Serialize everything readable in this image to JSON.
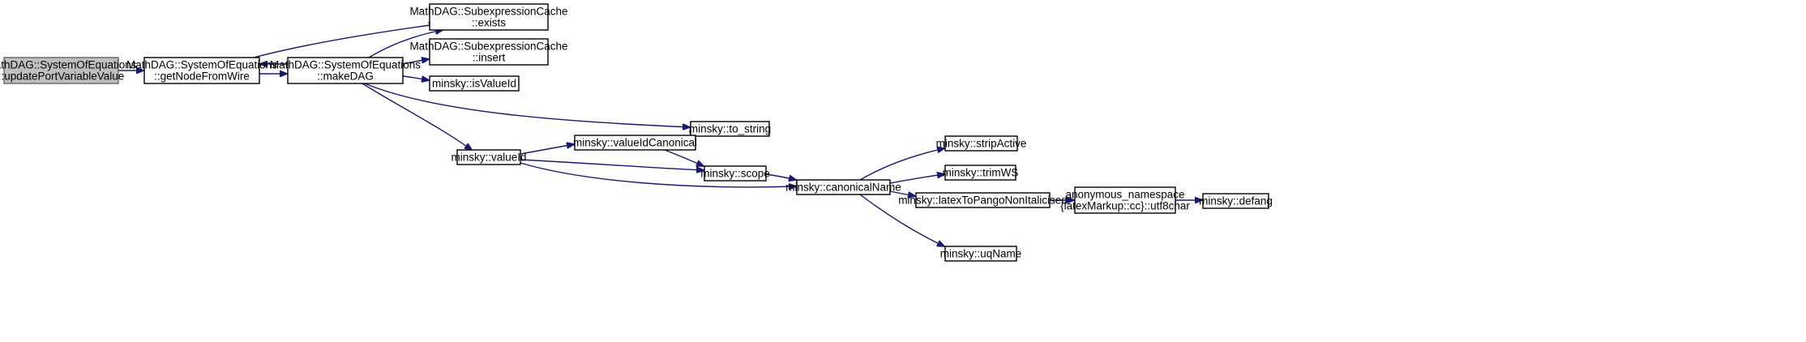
{
  "diagram": {
    "type": "call-graph",
    "colors": {
      "edge": "#191970",
      "node_fill": "#ffffff",
      "root_fill": "#bfbfbf",
      "root_stroke": "#666666",
      "node_stroke": "#000000"
    },
    "nodes": [
      {
        "id": "updatePortVariableValue",
        "lines": [
          "MathDAG::SystemOfEquations",
          "::updatePortVariableValue"
        ],
        "root": true
      },
      {
        "id": "getNodeFromWire",
        "lines": [
          "MathDAG::SystemOfEquations",
          "::getNodeFromWire"
        ]
      },
      {
        "id": "makeDAG",
        "lines": [
          "MathDAG::SystemOfEquations",
          "::makeDAG"
        ]
      },
      {
        "id": "exists",
        "lines": [
          "MathDAG::SubexpressionCache",
          "::exists"
        ]
      },
      {
        "id": "insert",
        "lines": [
          "MathDAG::SubexpressionCache",
          "::insert"
        ]
      },
      {
        "id": "isValueId",
        "lines": [
          "minsky::isValueId"
        ]
      },
      {
        "id": "to_string",
        "lines": [
          "minsky::to_string"
        ]
      },
      {
        "id": "valueId",
        "lines": [
          "minsky::valueId"
        ]
      },
      {
        "id": "valueIdCanonical",
        "lines": [
          "minsky::valueIdCanonical"
        ]
      },
      {
        "id": "scope",
        "lines": [
          "minsky::scope"
        ]
      },
      {
        "id": "canonicalName",
        "lines": [
          "minsky::canonicalName"
        ]
      },
      {
        "id": "stripActive",
        "lines": [
          "minsky::stripActive"
        ]
      },
      {
        "id": "trimWS",
        "lines": [
          "minsky::trimWS"
        ]
      },
      {
        "id": "latexToPangoNonItalicised",
        "lines": [
          "minsky::latexToPangoNonItalicised"
        ]
      },
      {
        "id": "utf8char",
        "lines": [
          "anonymous_namespace",
          "{latexMarkup::cc}::utf8char"
        ]
      },
      {
        "id": "defang",
        "lines": [
          "minsky::defang"
        ]
      },
      {
        "id": "uqName",
        "lines": [
          "minsky::uqName"
        ]
      }
    ],
    "edges": [
      {
        "from": "updatePortVariableValue",
        "to": "getNodeFromWire"
      },
      {
        "from": "getNodeFromWire",
        "to": "exists"
      },
      {
        "from": "getNodeFromWire",
        "to": "makeDAG"
      },
      {
        "from": "makeDAG",
        "to": "getNodeFromWire"
      },
      {
        "from": "makeDAG",
        "to": "exists"
      },
      {
        "from": "makeDAG",
        "to": "insert"
      },
      {
        "from": "makeDAG",
        "to": "isValueId"
      },
      {
        "from": "makeDAG",
        "to": "to_string"
      },
      {
        "from": "makeDAG",
        "to": "valueId"
      },
      {
        "from": "valueId",
        "to": "valueIdCanonical"
      },
      {
        "from": "valueId",
        "to": "scope"
      },
      {
        "from": "valueId",
        "to": "canonicalName"
      },
      {
        "from": "valueIdCanonical",
        "to": "to_string"
      },
      {
        "from": "valueIdCanonical",
        "to": "scope"
      },
      {
        "from": "scope",
        "to": "canonicalName"
      },
      {
        "from": "canonicalName",
        "to": "stripActive"
      },
      {
        "from": "canonicalName",
        "to": "trimWS"
      },
      {
        "from": "canonicalName",
        "to": "latexToPangoNonItalicised"
      },
      {
        "from": "canonicalName",
        "to": "uqName"
      },
      {
        "from": "latexToPangoNonItalicised",
        "to": "utf8char"
      },
      {
        "from": "utf8char",
        "to": "defang"
      }
    ]
  }
}
